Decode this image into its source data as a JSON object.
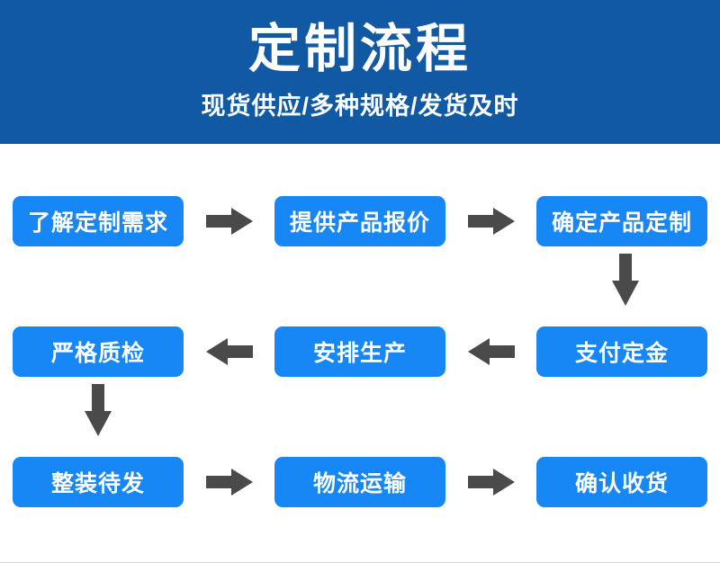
{
  "banner": {
    "title": "定制流程",
    "subtitle": "现货供应/多种规格/发货及时",
    "background_color": "#1259a4",
    "text_color": "#ffffff"
  },
  "flow": {
    "node_color": "#1787f5",
    "node_text_color": "#ffffff",
    "arrow_color": "#4a4a4a",
    "rows": [
      {
        "direction": "left-to-right",
        "nodes": [
          "了解定制需求",
          "提供产品报价",
          "确定产品定制"
        ],
        "connectors": [
          "arrow-right-icon",
          "arrow-right-icon"
        ]
      },
      {
        "direction": "right-to-left",
        "nodes": [
          "严格质检",
          "安排生产",
          "支付定金"
        ],
        "connectors": [
          "arrow-left-icon",
          "arrow-left-icon"
        ]
      },
      {
        "direction": "left-to-right",
        "nodes": [
          "整装待发",
          "物流运输",
          "确认收货"
        ],
        "connectors": [
          "arrow-right-icon",
          "arrow-right-icon"
        ]
      }
    ],
    "vertical_connectors": [
      {
        "icon": "arrow-down-icon",
        "from": "确定产品定制",
        "to": "支付定金",
        "side": "right"
      },
      {
        "icon": "arrow-down-icon",
        "from": "严格质检",
        "to": "整装待发",
        "side": "left"
      }
    ]
  }
}
